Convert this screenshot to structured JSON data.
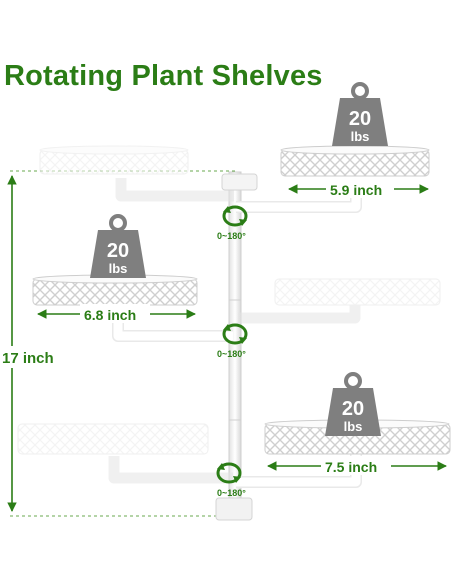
{
  "title": "Rotating Plant Shelves",
  "colors": {
    "accent_green": "#2b7d16",
    "weight_gray": "#7f7f7f",
    "shelf_white": "#ffffff",
    "shelf_outline": "#d6d6d6"
  },
  "height_label": "17 inch",
  "rotation_label": "0~180°",
  "shelves": [
    {
      "position": "top-right",
      "width_label": "5.9 inch",
      "weight": "20",
      "weight_unit": "lbs"
    },
    {
      "position": "middle-left",
      "width_label": "6.8 inch",
      "weight": "20",
      "weight_unit": "lbs"
    },
    {
      "position": "bottom-right",
      "width_label": "7.5 inch",
      "weight": "20",
      "weight_unit": "lbs"
    }
  ],
  "icons": {
    "rotate": "rotate-arrows-icon",
    "weight": "weight-icon",
    "dimension": "dimension-arrow-icon"
  }
}
